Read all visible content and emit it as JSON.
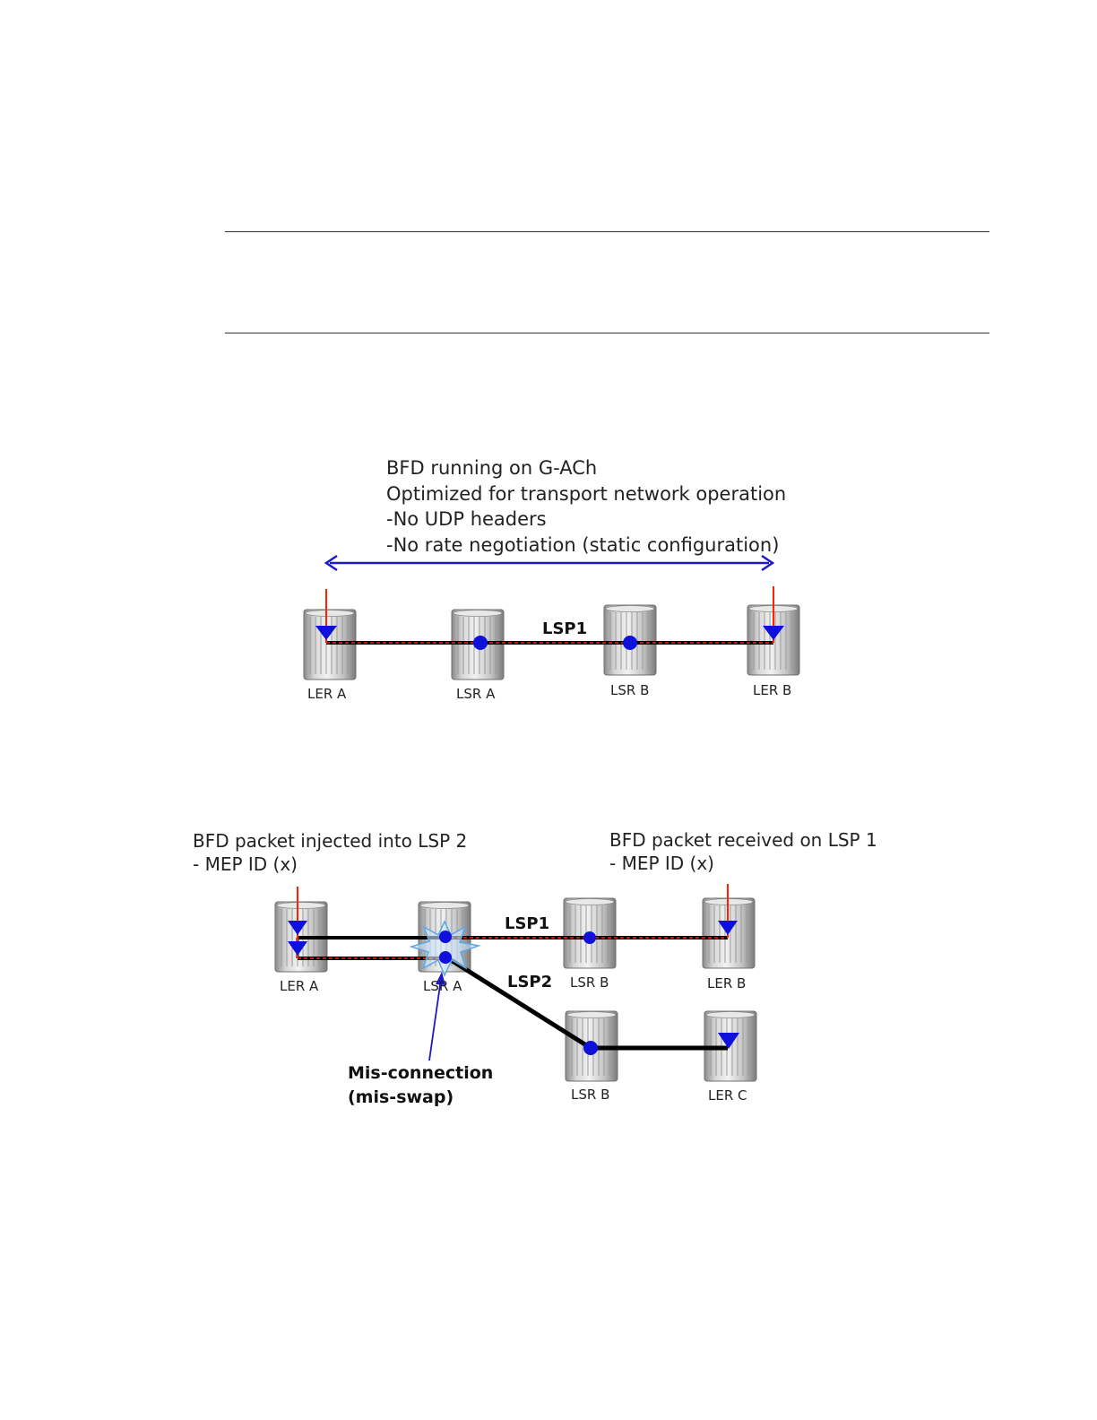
{
  "diagram1": {
    "description_lines": [
      "BFD running on G-ACh",
      "Optimized for transport network operation",
      "-No UDP headers",
      "-No rate negotiation (static configuration)"
    ],
    "lsp_label": "LSP1",
    "nodes": [
      "LER A",
      "LSR A",
      "LSR B",
      "LER B"
    ]
  },
  "diagram2": {
    "left_note": [
      "BFD packet injected into LSP 2",
      "- MEP ID (x)"
    ],
    "right_note": [
      "BFD packet received on LSP 1",
      "- MEP ID (x)"
    ],
    "lsp1_label": "LSP1",
    "lsp2_label": "LSP2",
    "nodes": [
      "LER A",
      "LSR A",
      "LSR B",
      "LER B",
      "LSR B",
      "LER C"
    ],
    "misconnection_lines": [
      "Mis-connection",
      "(mis-swap)"
    ]
  },
  "colors": {
    "path": "#000000",
    "oam_flow": "#ff2200",
    "span_arrow": "#1a1acc",
    "node_marker": "#1010dd",
    "fault_star": "#5aa9e6"
  }
}
